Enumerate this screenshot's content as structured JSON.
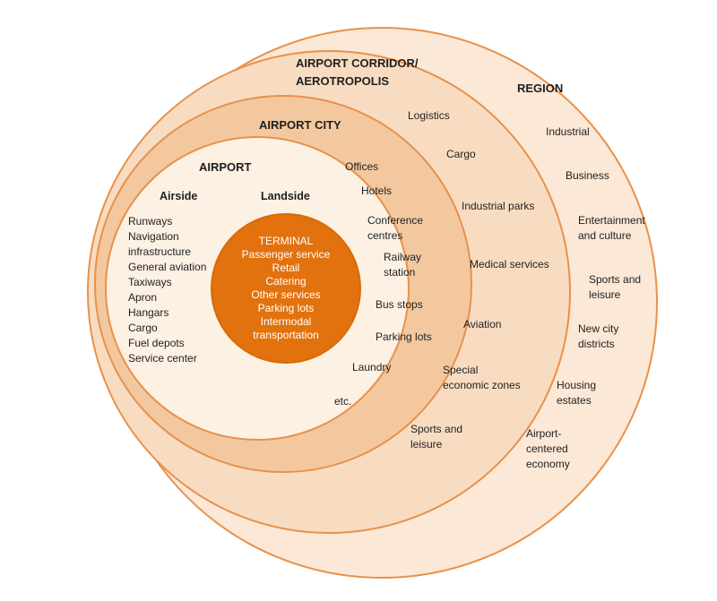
{
  "rings": {
    "region": {
      "label": "REGION",
      "items": [
        "Industrial",
        "Business",
        "Entertainment\nand culture",
        "Sports and\nleisure",
        "New city\ndistricts",
        "Housing\nestates",
        "Airport-\ncentered\neconomy"
      ]
    },
    "aerotropolis": {
      "label": "AIRPORT CORRIDOR/\nAEROTROPOLIS",
      "items": [
        "Logistics",
        "Cargo",
        "Industrial parks",
        "Medical services",
        "Aviation",
        "Special\neconomic zones",
        "Sports and\nleisure"
      ]
    },
    "airport_city": {
      "label": "AIRPORT CITY",
      "items": [
        "Offices",
        "Hotels",
        "Conference\ncentres",
        "Railway\nstation",
        "Bus stops",
        "Parking lots",
        "Laundry",
        "etc."
      ]
    },
    "airport": {
      "label": "AIRPORT",
      "airside": {
        "label": "Airside",
        "items": [
          "Runways",
          "Navigation\ninfrastructure",
          "General aviation",
          "Taxiways",
          "Apron",
          "Hangars",
          "Cargo",
          "Fuel depots",
          "Service center"
        ]
      },
      "landside": {
        "label": "Landside"
      }
    },
    "terminal": {
      "lines": [
        "TERMINAL",
        "Passenger service",
        "Retail",
        "Catering",
        "Other services",
        "Parking lots",
        "Intermodal\ntransportation"
      ]
    }
  },
  "colors": {
    "outline": "#E8914B",
    "region_fill": "#FBE8D6",
    "aerotropolis_fill": "#F8DCC1",
    "airport_city_fill": "#F3C89F",
    "airport_fill": "#FCF1E3",
    "terminal_fill": "#E2720E",
    "terminal_border": "#D96A06",
    "text": "#1F1F1F",
    "terminal_text": "#FFFFFF"
  }
}
